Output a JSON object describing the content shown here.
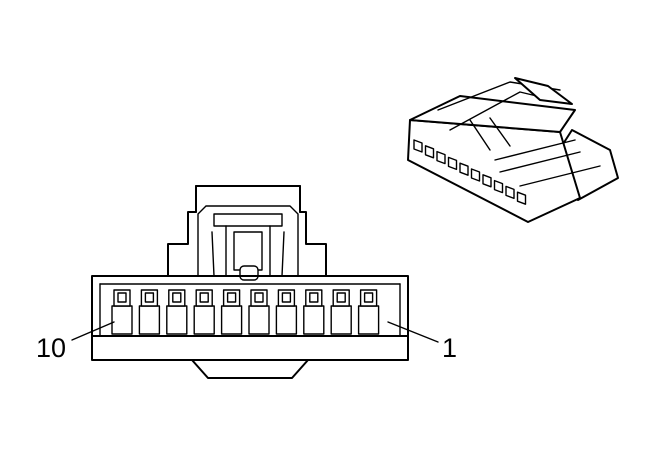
{
  "labels": {
    "pin_first": "1",
    "pin_last": "10"
  },
  "connector": {
    "cavity_count": 10,
    "line_color": "#000000",
    "background_color": "#ffffff"
  }
}
